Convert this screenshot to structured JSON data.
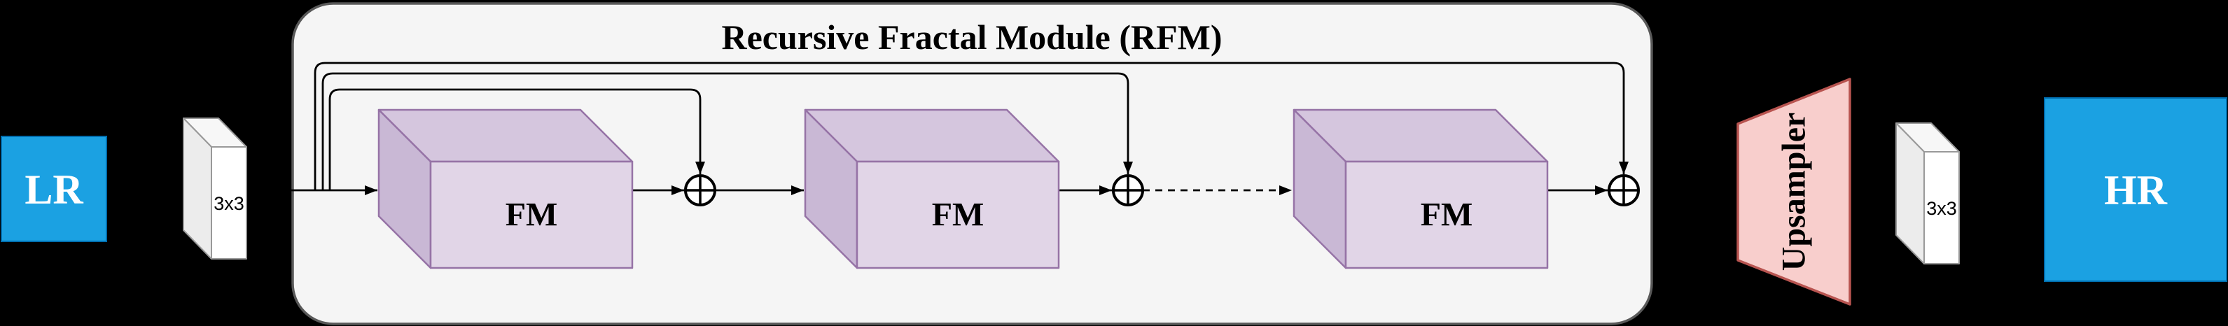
{
  "title": "Recursive Fractal Module (RFM)",
  "blocks": {
    "input_label": "LR",
    "conv_in_label": "3x3",
    "fm1_label": "FM",
    "fm2_label": "FM",
    "fm3_label": "FM",
    "upsampler_label": "Upsampler",
    "conv_out_label": "3x3",
    "output_label": "HR"
  },
  "icons": {
    "add_operator": "circled-plus"
  },
  "colors": {
    "background": "#000000",
    "rfm_bg": "#f5f5f5",
    "rfm_border": "#595959",
    "fm_front": "#e1d5e7",
    "fm_top": "#d5c6de",
    "fm_side": "#c9b8d5",
    "fm_stroke": "#9673a6",
    "slab_front": "#ffffff",
    "slab_top": "#f7f7f7",
    "slab_side": "#ececec",
    "slab_stroke": "#999999",
    "upsampler_fill": "#f8cecc",
    "upsampler_stroke": "#b85450",
    "io_fill": "#1ba1e2",
    "io_stroke": "#006eaf",
    "io_text": "#ffffff",
    "line": "#000000",
    "text": "#000000"
  }
}
